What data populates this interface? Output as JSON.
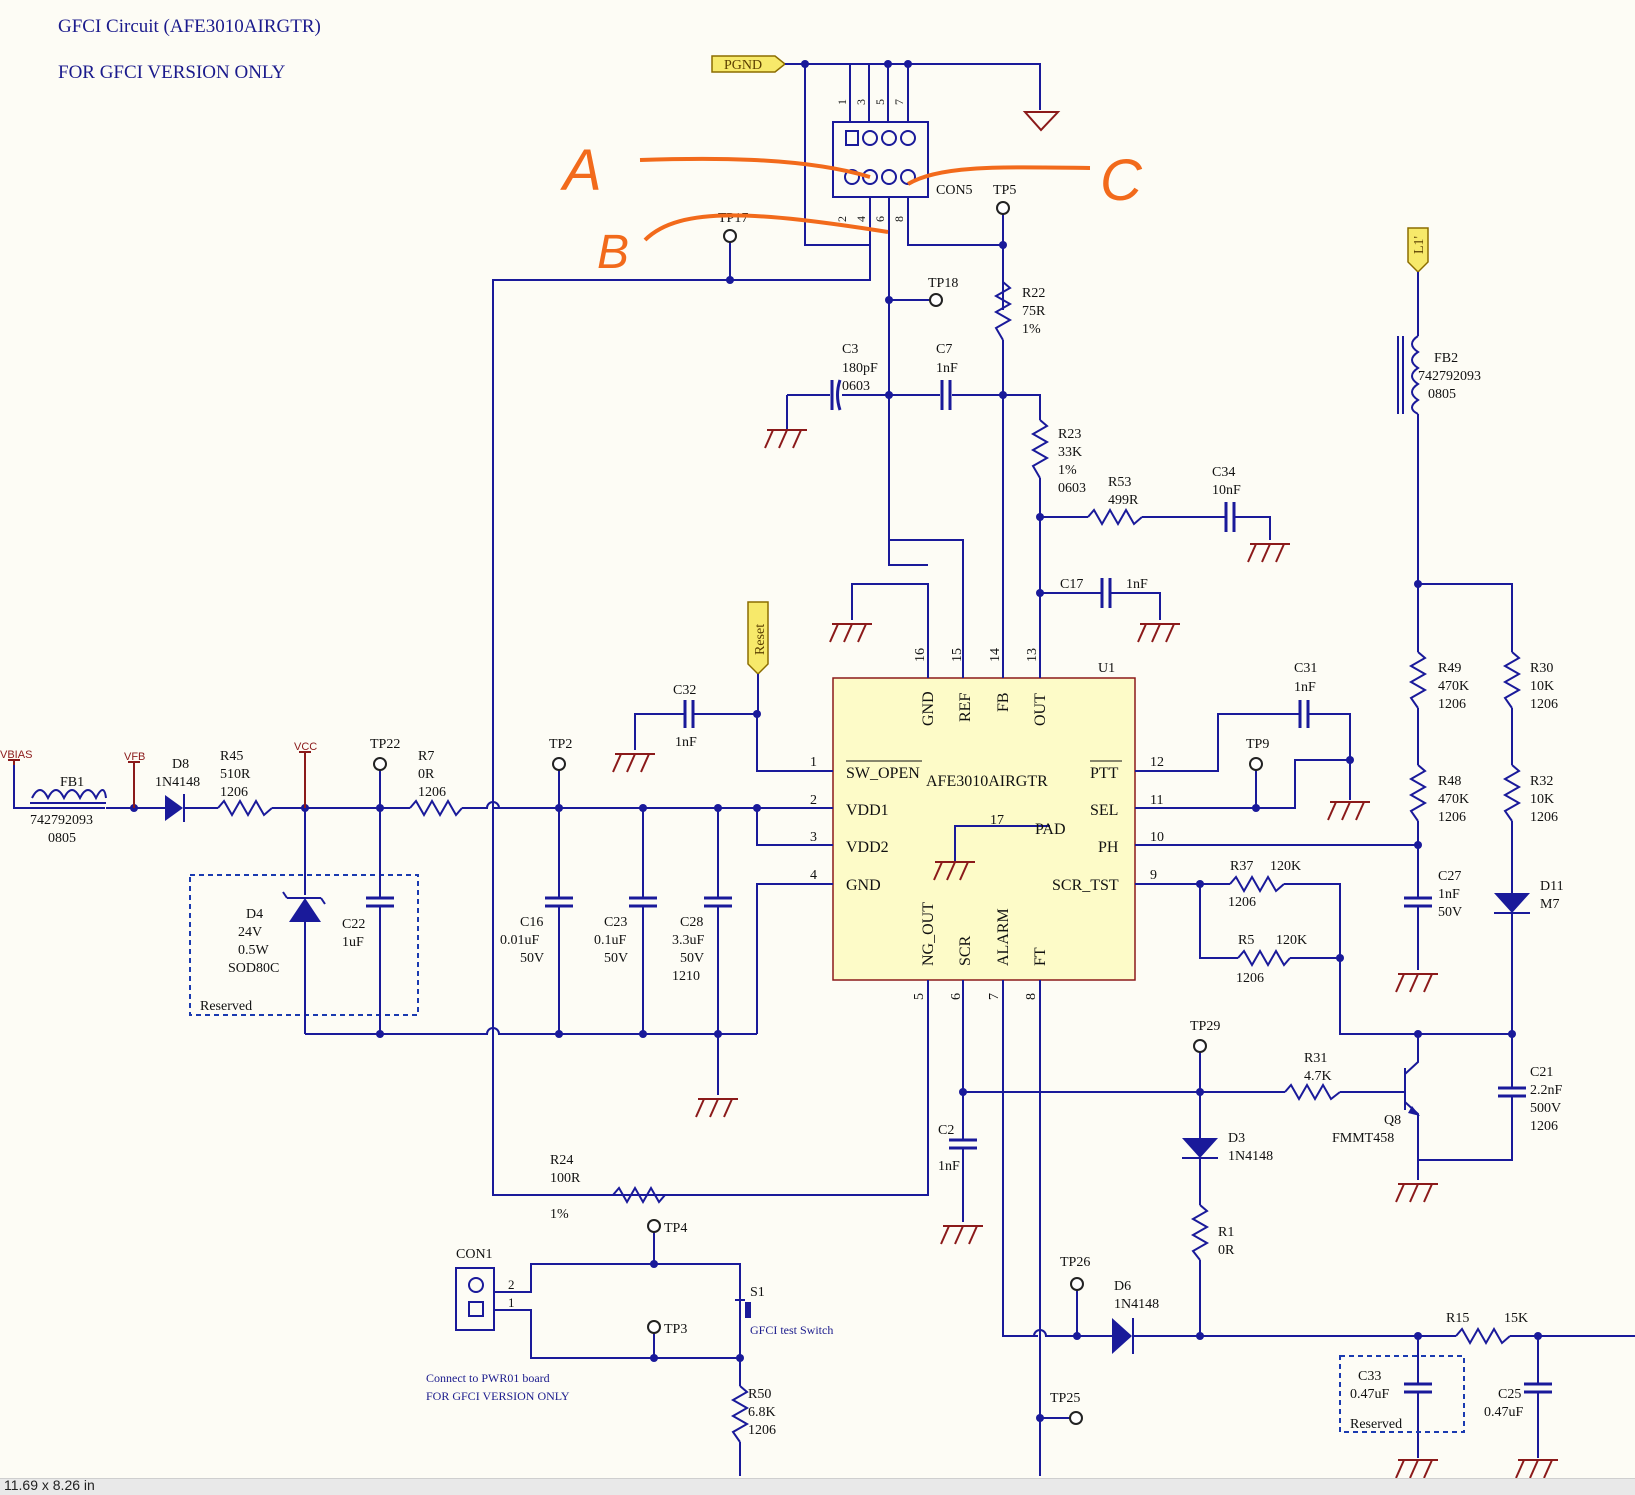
{
  "header": {
    "title": "GFCI Circuit (AFE3010AIRGTR)",
    "subtitle": "FOR GFCI VERSION ONLY"
  },
  "ports": {
    "pgnd": "PGND",
    "l1": "L1'",
    "reset": "Reset",
    "vbias": "VBIAS",
    "vfb": "VFB",
    "vcc": "VCC"
  },
  "annotations": {
    "a": "A",
    "b": "B",
    "c": "C"
  },
  "connector": {
    "name": "CON5",
    "top_pins": [
      "1",
      "3",
      "5",
      "7"
    ],
    "bottom_pins": [
      "2",
      "4",
      "6",
      "8"
    ]
  },
  "chip": {
    "ref": "U1",
    "name": "AFE3010AIRGTR",
    "pins_left": [
      {
        "num": "1",
        "name": "SW_OPEN"
      },
      {
        "num": "2",
        "name": "VDD1"
      },
      {
        "num": "3",
        "name": "VDD2"
      },
      {
        "num": "4",
        "name": "GND"
      }
    ],
    "pins_right": [
      {
        "num": "12",
        "name": "PTT"
      },
      {
        "num": "11",
        "name": "SEL"
      },
      {
        "num": "10",
        "name": "PH"
      },
      {
        "num": "9",
        "name": "SCR_TST"
      }
    ],
    "pins_top": [
      {
        "num": "16",
        "name": "GND"
      },
      {
        "num": "15",
        "name": "REF"
      },
      {
        "num": "14",
        "name": "FB"
      },
      {
        "num": "13",
        "name": "OUT"
      }
    ],
    "pins_bottom": [
      {
        "num": "5",
        "name": "NG_OUT"
      },
      {
        "num": "6",
        "name": "SCR"
      },
      {
        "num": "7",
        "name": "ALARM"
      },
      {
        "num": "8",
        "name": "FT"
      }
    ],
    "pad": {
      "num": "17",
      "name": "PAD"
    }
  },
  "testpoints": [
    "TP17",
    "TP5",
    "TP18",
    "TP22",
    "TP2",
    "TP9",
    "TP29",
    "TP4",
    "TP3",
    "TP26",
    "TP25"
  ],
  "components": {
    "r22": {
      "ref": "R22",
      "v1": "75R",
      "v2": "1%"
    },
    "c3": {
      "ref": "C3",
      "v1": "180pF",
      "v2": "0603"
    },
    "c7": {
      "ref": "C7",
      "v1": "1nF"
    },
    "r23": {
      "ref": "R23",
      "v1": "33K",
      "v2": "1%",
      "v3": "0603"
    },
    "r53": {
      "ref": "R53",
      "v1": "499R"
    },
    "c34": {
      "ref": "C34",
      "v1": "10nF"
    },
    "c17": {
      "ref": "C17",
      "v1": "1nF"
    },
    "fb2": {
      "ref": "FB2",
      "v1": "742792093",
      "v2": "0805"
    },
    "fb1": {
      "ref": "FB1",
      "v1": "742792093",
      "v2": "0805"
    },
    "d8": {
      "ref": "D8",
      "v1": "1N4148"
    },
    "r45": {
      "ref": "R45",
      "v1": "510R",
      "v2": "1206"
    },
    "r7": {
      "ref": "R7",
      "v1": "0R",
      "v2": "1206"
    },
    "c32": {
      "ref": "C32",
      "v1": "1nF"
    },
    "c31": {
      "ref": "C31",
      "v1": "1nF"
    },
    "d4": {
      "ref": "D4",
      "v1": "24V",
      "v2": "0.5W",
      "v3": "SOD80C",
      "note": "Reserved"
    },
    "c22": {
      "ref": "C22",
      "v1": "1uF"
    },
    "c16": {
      "ref": "C16",
      "v1": "0.01uF",
      "v2": "50V"
    },
    "c23": {
      "ref": "C23",
      "v1": "0.1uF",
      "v2": "50V"
    },
    "c28": {
      "ref": "C28",
      "v1": "3.3uF",
      "v2": "50V",
      "v3": "1210"
    },
    "r49": {
      "ref": "R49",
      "v1": "470K",
      "v2": "1206"
    },
    "r30": {
      "ref": "R30",
      "v1": "10K",
      "v2": "1206"
    },
    "r48": {
      "ref": "R48",
      "v1": "470K",
      "v2": "1206"
    },
    "r32": {
      "ref": "R32",
      "v1": "10K",
      "v2": "1206"
    },
    "r37": {
      "ref": "R37",
      "v1": "120K",
      "v2": "1206"
    },
    "r5": {
      "ref": "R5",
      "v1": "120K",
      "v2": "1206"
    },
    "c27": {
      "ref": "C27",
      "v1": "1nF",
      "v2": "50V"
    },
    "d11": {
      "ref": "D11",
      "v1": "M7"
    },
    "r31": {
      "ref": "R31",
      "v1": "4.7K"
    },
    "q8": {
      "ref": "Q8",
      "v1": "FMMT458"
    },
    "c21": {
      "ref": "C21",
      "v1": "2.2nF",
      "v2": "500V",
      "v3": "1206"
    },
    "c2": {
      "ref": "C2",
      "v1": "1nF"
    },
    "d3": {
      "ref": "D3",
      "v1": "1N4148"
    },
    "r1": {
      "ref": "R1",
      "v1": "0R"
    },
    "r24": {
      "ref": "R24",
      "v1": "100R",
      "v2": "1%"
    },
    "con1": {
      "ref": "CON1",
      "p2": "2",
      "p1": "1",
      "note1": "Connect to PWR01 board",
      "note2": "FOR GFCI VERSION ONLY"
    },
    "s1": {
      "ref": "S1",
      "v1": "GFCI test Switch"
    },
    "r50": {
      "ref": "R50",
      "v1": "6.8K",
      "v2": "1206"
    },
    "d6": {
      "ref": "D6",
      "v1": "1N4148"
    },
    "r15": {
      "ref": "R15",
      "v1": "15K"
    },
    "c33": {
      "ref": "C33",
      "v1": "0.47uF",
      "note": "Reserved"
    },
    "c25": {
      "ref": "C25",
      "v1": "0.47uF"
    }
  },
  "statusbar": {
    "text": "11.69 x 8.26 in"
  },
  "colors": {
    "wire": "#1a1a9a",
    "ground": "#8b1a1a",
    "chip_fill": "#fdfbc8",
    "port_fill": "#f7e96a",
    "annotation": "#f26a1b"
  }
}
